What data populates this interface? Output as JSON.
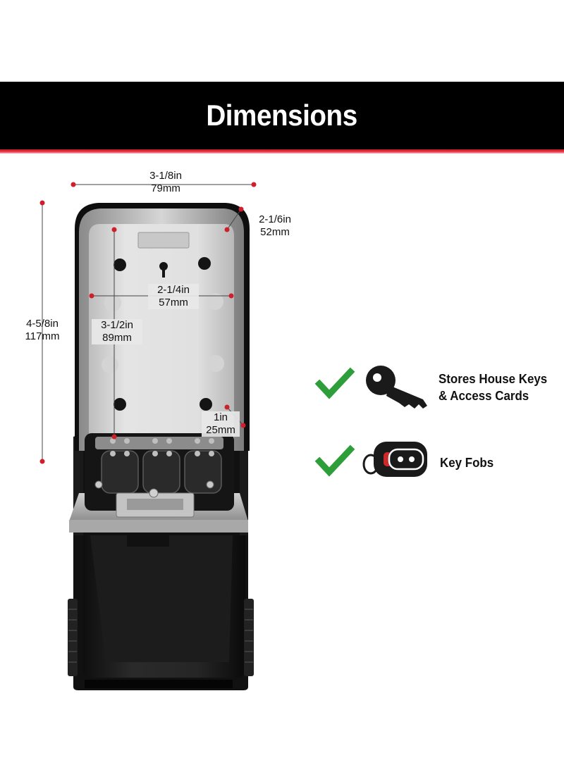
{
  "banner": {
    "title": "Dimensions"
  },
  "dimensions": {
    "width": {
      "imperial": "3-1/8in",
      "metric": "79mm"
    },
    "depth": {
      "imperial": "2-1/6in",
      "metric": "52mm"
    },
    "height": {
      "imperial": "4-5/8in",
      "metric": "117mm"
    },
    "inner_width": {
      "imperial": "2-1/4in",
      "metric": "57mm"
    },
    "inner_height": {
      "imperial": "3-1/2in",
      "metric": "89mm"
    },
    "inner_depth": {
      "imperial": "1in",
      "metric": "25mm"
    }
  },
  "features": [
    {
      "icon": "key-icon",
      "line1": "Stores House Keys",
      "line2": "& Access Cards"
    },
    {
      "icon": "key-fob-icon",
      "line1": "Key Fobs"
    }
  ],
  "colors": {
    "banner": "#000000",
    "accent_red": "#c0131f",
    "check_green": "#2e9e3a",
    "dimension_dot": "#d01f2c"
  }
}
